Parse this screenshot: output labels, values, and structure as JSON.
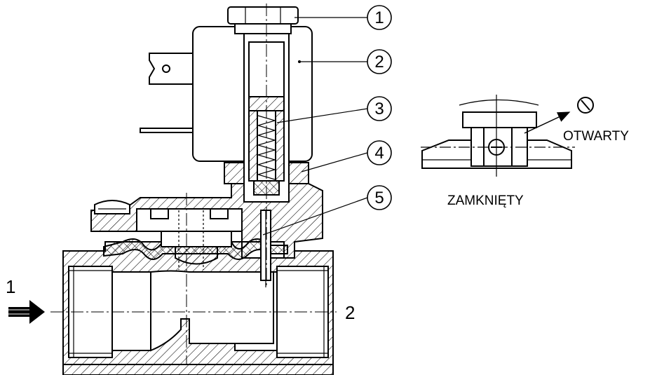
{
  "callouts": [
    {
      "number": "1"
    },
    {
      "number": "2"
    },
    {
      "number": "3"
    },
    {
      "number": "4"
    },
    {
      "number": "5"
    }
  ],
  "ports": {
    "inlet": "1",
    "outlet": "2"
  },
  "detail": {
    "open_label": "OTWARTY",
    "closed_label": "ZAMKNIĘTY"
  }
}
